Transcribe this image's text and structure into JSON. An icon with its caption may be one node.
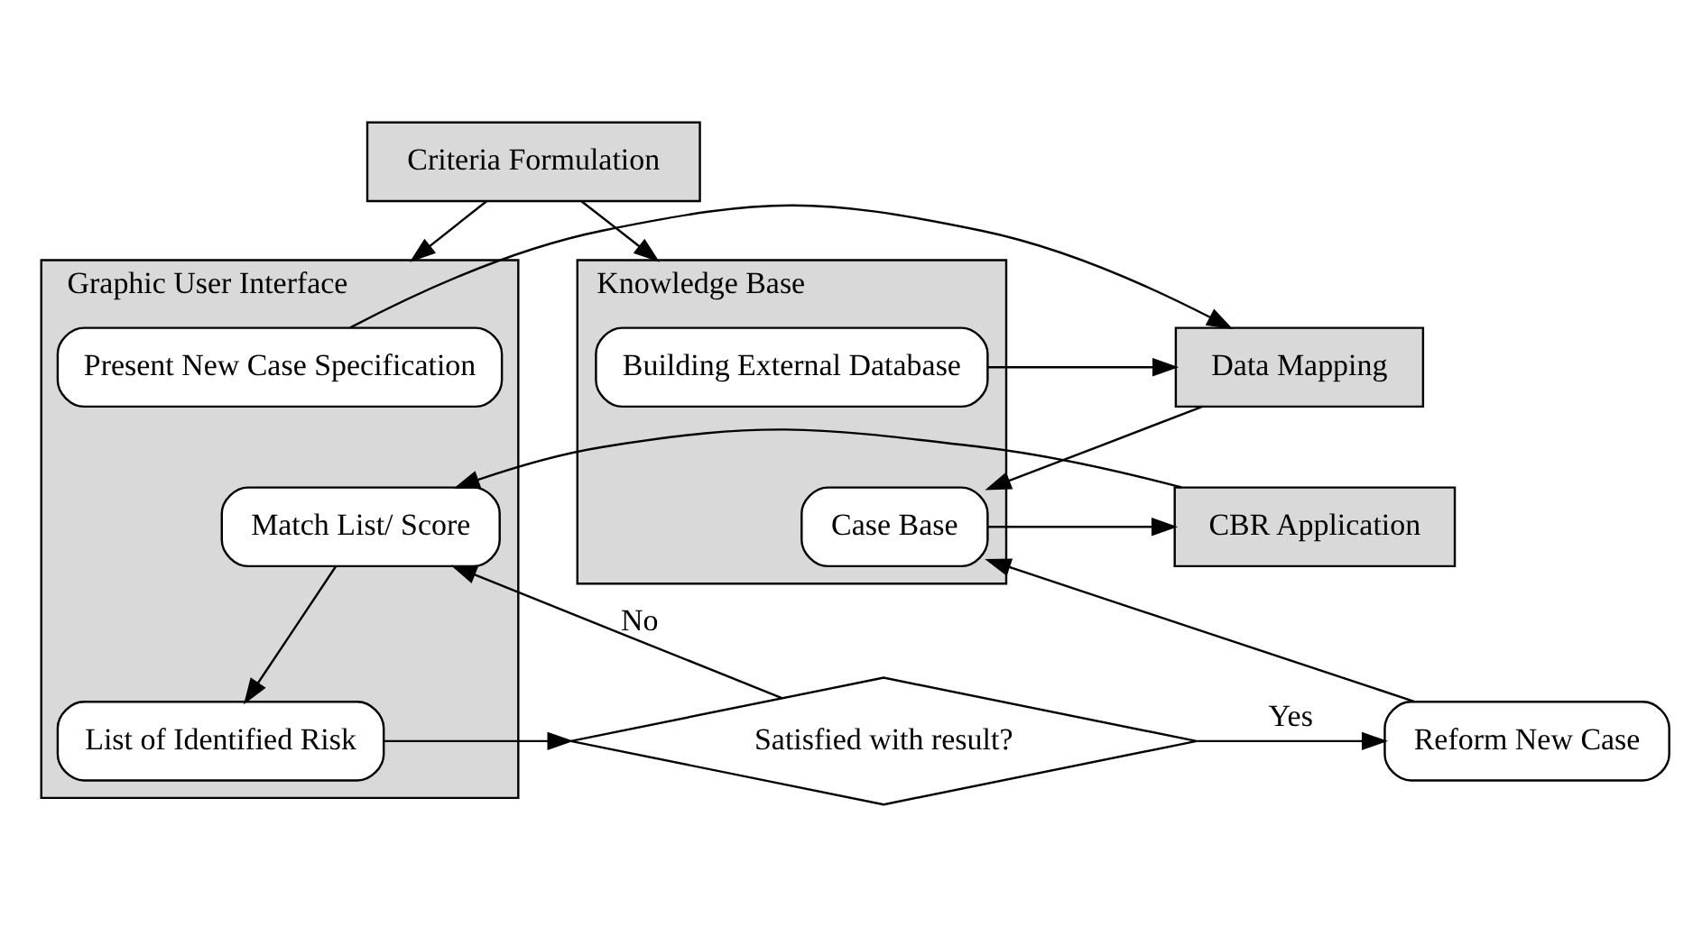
{
  "diagram": {
    "nodes": [
      {
        "text": [
          "Criteria Formulation"
        ]
      },
      {
        "text": [
          "Graphic User Interface"
        ]
      },
      {
        "text": [
          "Present New Case Specification"
        ],
        "in": 1
      },
      {
        "text": [
          "Match List/ Score"
        ],
        "in": 1
      },
      {
        "text": [
          "List of Identified Risk"
        ],
        "in": 1
      },
      {
        "text": [
          "Data Mapping"
        ]
      },
      {
        "text": [
          "CBR Application"
        ]
      },
      {
        "text": [
          "Knowledge Base"
        ]
      },
      {
        "text": [
          "Building External Database"
        ],
        "in": 7
      },
      {
        "text": [
          "Case Base"
        ],
        "in": 7
      },
      {
        "text": [
          "Satisfied with result?"
        ]
      },
      {
        "text": [
          "Reform New Case"
        ]
      }
    ],
    "edges": [
      {
        "from": 0,
        "to": 1,
        "arrow": "to"
      },
      {
        "from": 0,
        "to": 7,
        "arrow": "to"
      },
      {
        "from": 2,
        "to": 5,
        "arrow": "to"
      },
      {
        "from": 8,
        "to": 5,
        "arrow": "to"
      },
      {
        "from": 5,
        "to": 9,
        "arrow": "to"
      },
      {
        "from": 9,
        "to": 6,
        "arrow": "to"
      },
      {
        "from": 6,
        "to": 3,
        "arrow": "to"
      },
      {
        "from": 3,
        "to": 4,
        "arrow": "to"
      },
      {
        "from": 4,
        "to": 10,
        "arrow": "to"
      },
      {
        "from": 10,
        "to": 11,
        "label": "Yes",
        "arrow": "to"
      },
      {
        "from": 11,
        "to": 9,
        "arrow": "to"
      },
      {
        "from": 10,
        "to": 3,
        "label": "No",
        "arrow": "to"
      }
    ]
  }
}
